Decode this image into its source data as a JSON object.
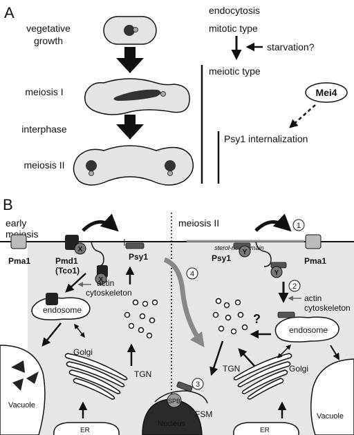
{
  "panelA": {
    "letter": "A",
    "stages": [
      "vegetative",
      "growth",
      "meiosis I",
      "interphase",
      "meiosis II"
    ],
    "right": {
      "endocytosis": "endocytosis",
      "mitotic": "mitotic type",
      "starvation": "starvation?",
      "meiotic": "meiotic type",
      "mei4": "Mei4",
      "psy1_internalization": "Psy1 internalization"
    }
  },
  "panelB": {
    "letter": "B",
    "left_title_1": "early",
    "left_title_2": "meiosis",
    "right_title": "meiosis II",
    "sterol": "sterol-rich domain",
    "pma1_left": "Pma1",
    "pma1_right": "Pma1",
    "pmd1": "Pmd1",
    "tco1": "(Tco1)",
    "x1": "X",
    "x2": "X",
    "psy1_left": "Psy1",
    "psy1_right": "Psy1",
    "y1": "Y",
    "y2": "Y",
    "actin_left_1": "actin",
    "actin_left_2": "cytoskeleton",
    "actin_right_1": "actin",
    "actin_right_2": "cytoskeleton",
    "endosome_left": "endosome",
    "endosome_right": "endosome",
    "question": "?",
    "golgi_left": "Golgi",
    "golgi_right": "Golgi",
    "tgn_left": "TGN",
    "tgn_right": "TGN",
    "vacuole_left": "Vacuole",
    "vacuole_right": "Vacuole",
    "er_left": "ER",
    "er_right": "ER",
    "nucleus": "Nucleus",
    "spb": "SPB",
    "fsm": "FSM",
    "n1": "1",
    "n2": "2",
    "n3": "3",
    "n4": "4"
  }
}
